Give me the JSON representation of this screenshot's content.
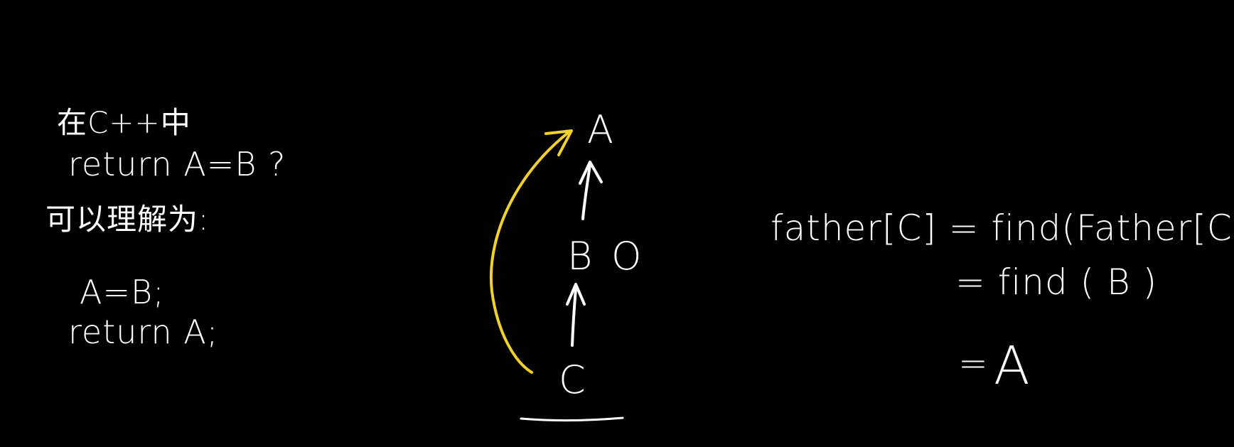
{
  "notes": {
    "line1": "在C++中",
    "line2": "return  A=B ?",
    "line3": "可以理解为:",
    "code1": "A=B;",
    "code2": "return  A;"
  },
  "tree": {
    "node_top": "A",
    "node_middle": "B",
    "node_bottom": "C",
    "side_mark": "O"
  },
  "derivation": {
    "line1": "father[C] = find(Father[C]",
    "line2": "= find ( B )",
    "line3_eq": "=",
    "line3_val": "A"
  },
  "colors": {
    "ink": "#ffffff",
    "highlight": "#f2d12a",
    "background": "#000000"
  }
}
